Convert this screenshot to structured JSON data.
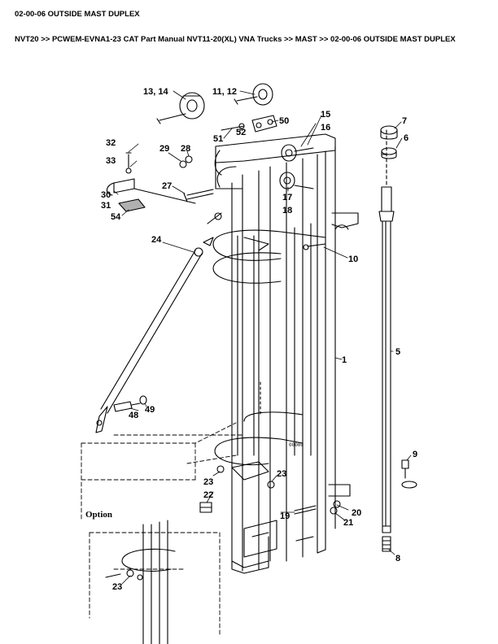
{
  "header": {
    "title": "02-00-06 OUTSIDE MAST DUPLEX",
    "breadcrumb": [
      "NVT20",
      "PCWEM-EVNA1-23 CAT Part Manual NVT11-20(XL) VNA Trucks",
      "MAST",
      "02-00-06 OUTSIDE MAST DUPLEX"
    ],
    "separator": " >> "
  },
  "diagram": {
    "option_label": "Option",
    "callouts": [
      "13, 14",
      "11, 12",
      "15",
      "16",
      "7",
      "6",
      "32",
      "33",
      "29",
      "28",
      "50",
      "51",
      "52",
      "27",
      "17",
      "18",
      "30",
      "31",
      "54",
      "24",
      "10",
      "1",
      "5",
      "49",
      "48",
      "9",
      "23",
      "23",
      "22",
      "20",
      "21",
      "19",
      "8",
      "23"
    ],
    "stamp_text": "00000"
  },
  "colors": {
    "ink": "#000000",
    "paper": "#ffffff",
    "hatch": "#b0b0b0"
  }
}
